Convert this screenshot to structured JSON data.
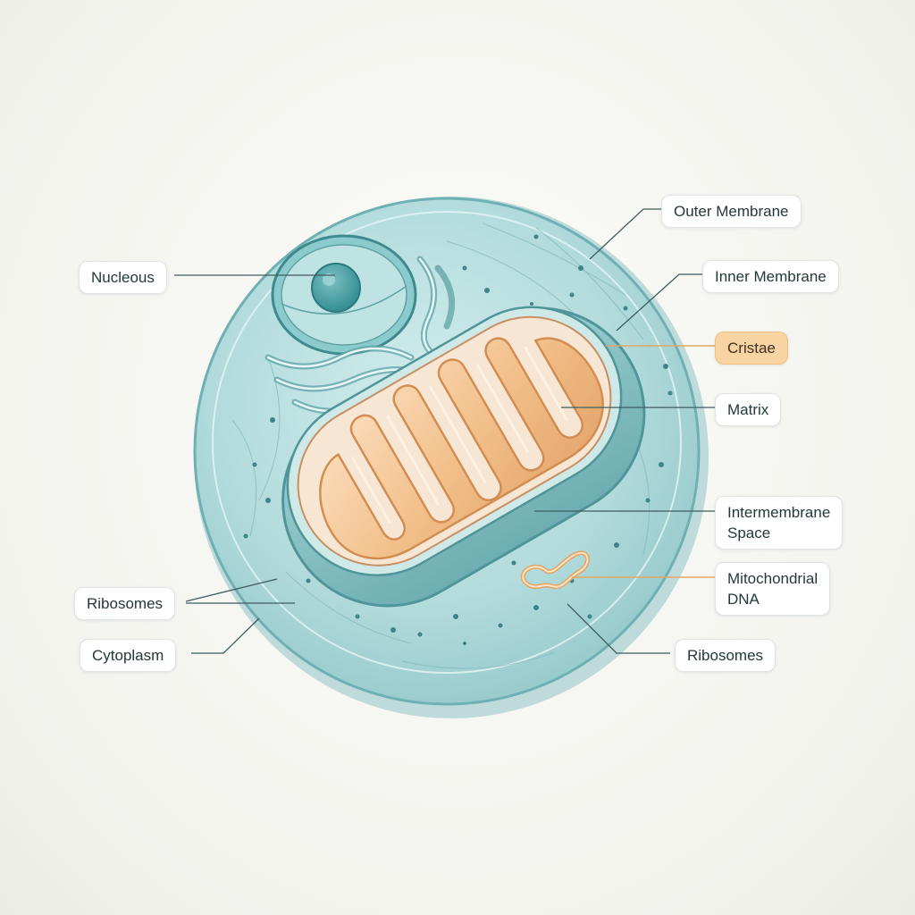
{
  "labels": {
    "outer_membrane": "Outer Membrane",
    "inner_membrane": "Inner Membrane",
    "cristae": "Cristae",
    "matrix": "Matrix",
    "intermembrane_space": "Intermembrane\nSpace",
    "mitochondrial_dna": "Mitochondrial\nDNA",
    "ribosomes_right": "Ribosomes",
    "nucleous": "Nucleous",
    "ribosomes_left": "Ribosomes",
    "cytoplasm": "Cytoplasm"
  },
  "highlighted_label": "cristae",
  "colors": {
    "background": "#f6f6f2",
    "cell": "#a8d6d8",
    "cell_edge": "#6fb0b4",
    "mitochondrion_shell": "#7fbcc0",
    "cristae": "#f3c496",
    "cristae_edge": "#d89a5c",
    "leader_line": "#3f5c60",
    "highlight": "#f7d4a2"
  }
}
